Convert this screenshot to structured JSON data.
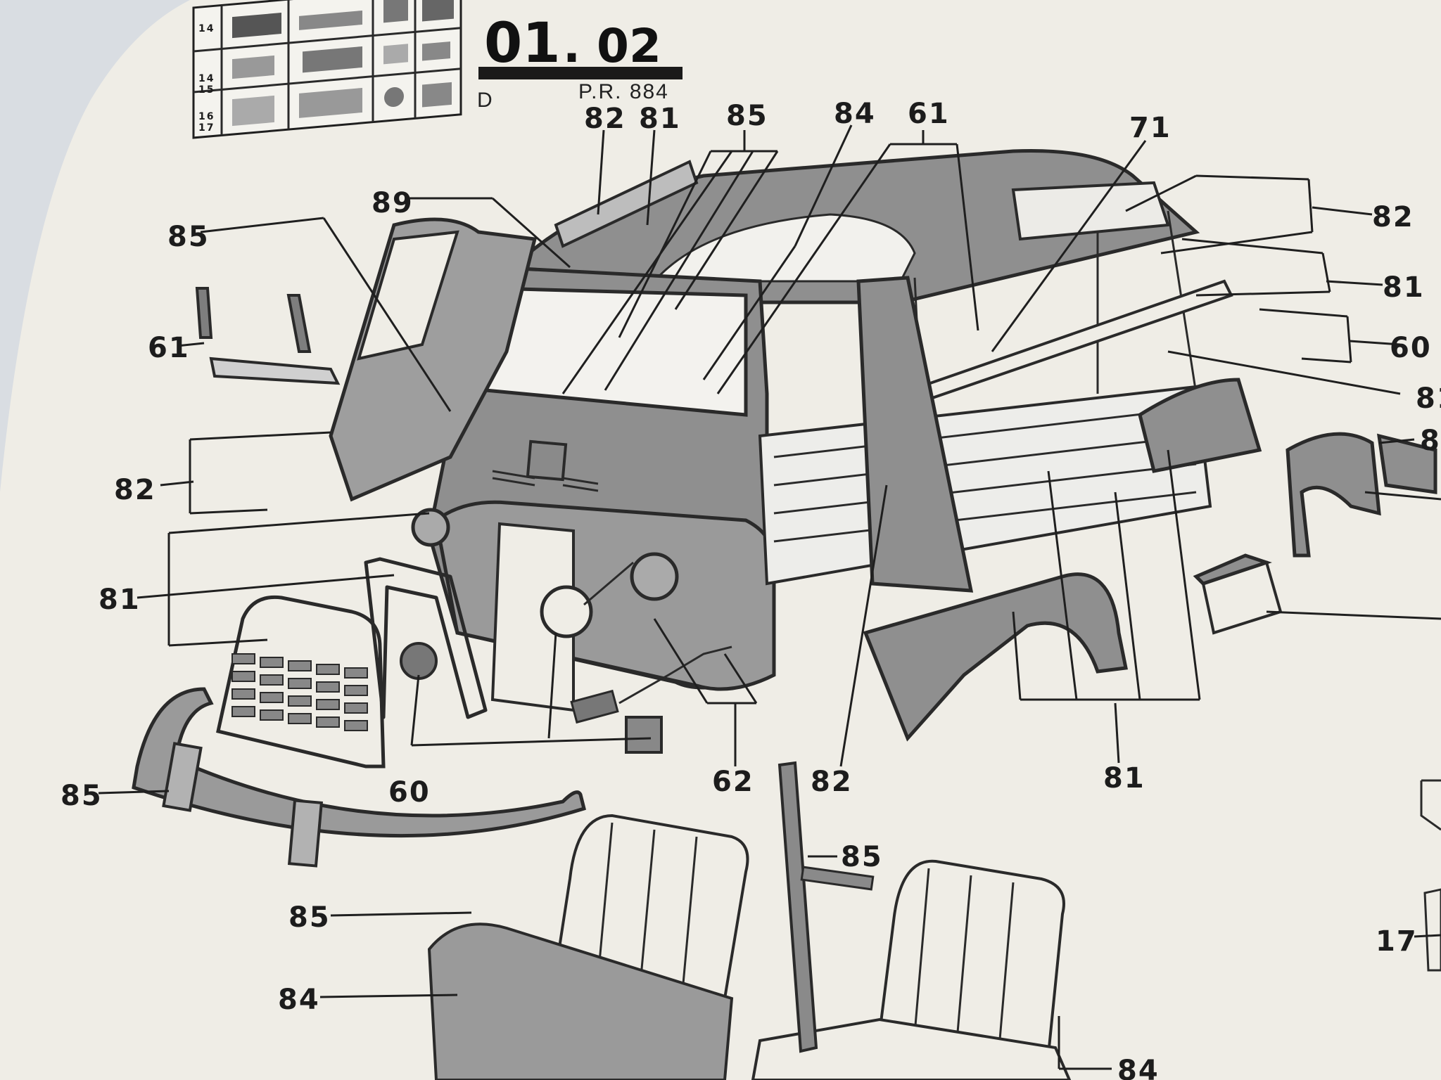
{
  "header": {
    "code_main": "01",
    "code_sub": ". 02",
    "variant": "D",
    "reference": "P.R. 884"
  },
  "thumbnails": {
    "row_numbers": [
      "14",
      "14",
      "15",
      "16",
      "17"
    ]
  },
  "callouts": {
    "c82_top": "82",
    "c81_top": "81",
    "c85_top": "85",
    "c84_top": "84",
    "c61_top": "61",
    "c71_top": "71",
    "c89": "89",
    "c85_left": "85",
    "c61_left": "61",
    "c82_left": "82",
    "c81_left": "81",
    "c85_bumper": "85",
    "c60_bottom": "60",
    "c62_bottom": "62",
    "c82_bottom": "82",
    "c81_bottom": "81",
    "c85_pillar": "85",
    "c85_seat": "85",
    "c84_seat": "84",
    "c84_right_seat": "84",
    "c82_right": "82",
    "c81_right": "81",
    "c60_right": "60",
    "c81_right_cut": "81",
    "c8_right_cut": "8",
    "c17": "17"
  },
  "colors": {
    "paper": "#efede6",
    "ink": "#1c1c1c",
    "panel_grey": "#8f8f8f",
    "background": "#d9dde2"
  }
}
